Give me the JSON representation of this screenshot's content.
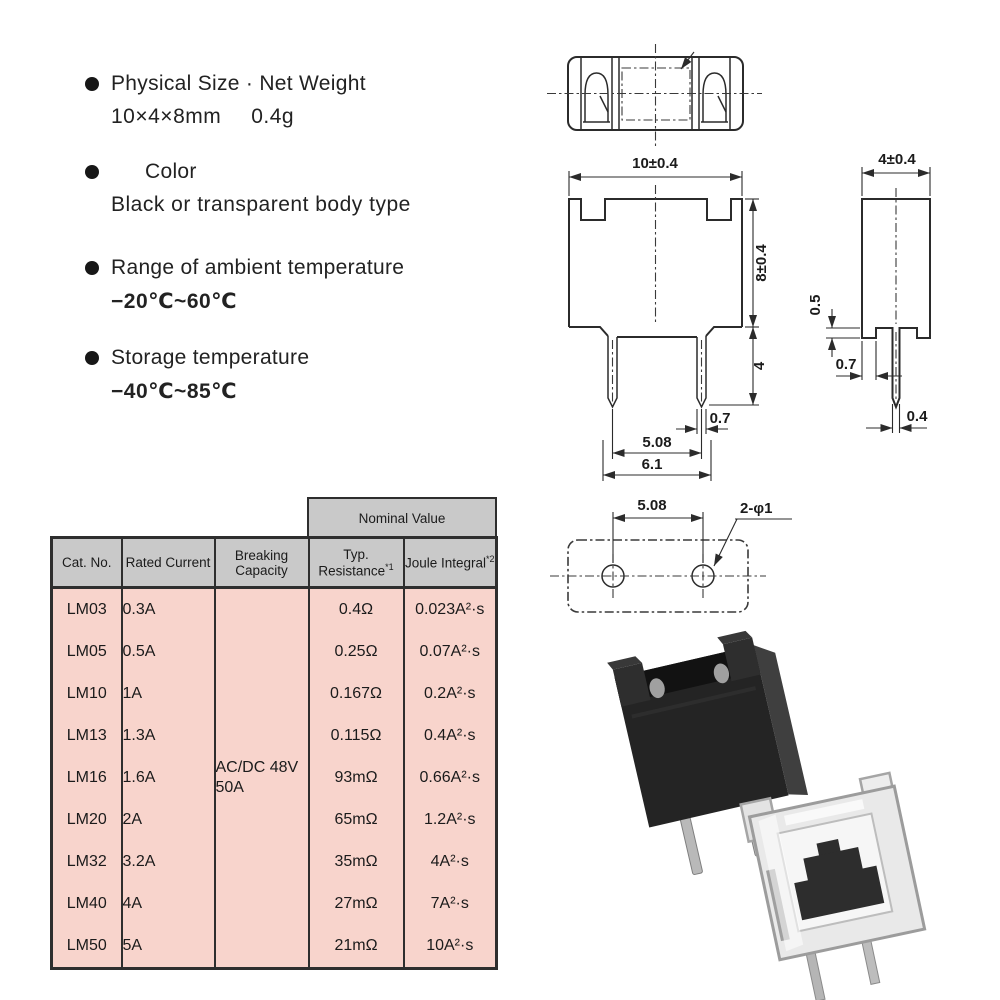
{
  "specs": {
    "physical": {
      "title": "Physical Size · Net Weight",
      "size": "10×4×8mm",
      "weight": "0.4g"
    },
    "color": {
      "title": "Color",
      "value": "Black or transparent body type"
    },
    "ambient": {
      "title": "Range of ambient temperature",
      "value": "−20℃~60℃"
    },
    "storage": {
      "title": "Storage temperature",
      "value": "−40℃~85℃"
    }
  },
  "table": {
    "nominal_header": "Nominal Value",
    "columns": {
      "cat": "Cat. No.",
      "current": "Rated Current",
      "breaking": "Breaking Capacity",
      "resistance": "Typ. Resistance",
      "resistance_sup": "*1",
      "joule": "Joule Integral",
      "joule_sup": "*2"
    },
    "breaking_line1": "AC/DC 48V",
    "breaking_line2": "50A",
    "rows": [
      {
        "cat": "LM03",
        "current": "0.3A",
        "resistance": "0.4Ω",
        "joule": "0.023A²·s"
      },
      {
        "cat": "LM05",
        "current": "0.5A",
        "resistance": "0.25Ω",
        "joule": "0.07A²·s"
      },
      {
        "cat": "LM10",
        "current": "1A",
        "resistance": "0.167Ω",
        "joule": "0.2A²·s"
      },
      {
        "cat": "LM13",
        "current": "1.3A",
        "resistance": "0.115Ω",
        "joule": "0.4A²·s"
      },
      {
        "cat": "LM16",
        "current": "1.6A",
        "resistance": "93mΩ",
        "joule": "0.66A²·s"
      },
      {
        "cat": "LM20",
        "current": "2A",
        "resistance": "65mΩ",
        "joule": "1.2A²·s"
      },
      {
        "cat": "LM32",
        "current": "3.2A",
        "resistance": "35mΩ",
        "joule": "4A²·s"
      },
      {
        "cat": "LM40",
        "current": "4A",
        "resistance": "27mΩ",
        "joule": "7A²·s"
      },
      {
        "cat": "LM50",
        "current": "5A",
        "resistance": "21mΩ",
        "joule": "10A²·s"
      }
    ]
  },
  "drawings": {
    "front": {
      "width": "10±0.4",
      "height": "8±0.4",
      "pin_length": "4",
      "pin_width": "0.7",
      "pin_pitch": "5.08",
      "pin_spread": "6.1"
    },
    "side": {
      "width": "4±0.4",
      "step": "0.5",
      "foot": "0.7",
      "pin_thickness": "0.4"
    },
    "footprint": {
      "pitch": "5.08",
      "holes": "2-φ1"
    }
  },
  "colors": {
    "table_header_bg": "#c9c9c9",
    "table_row_bg": "#f8d4cc",
    "body_black": "#242424",
    "body_clear": "#e9e9e9"
  }
}
